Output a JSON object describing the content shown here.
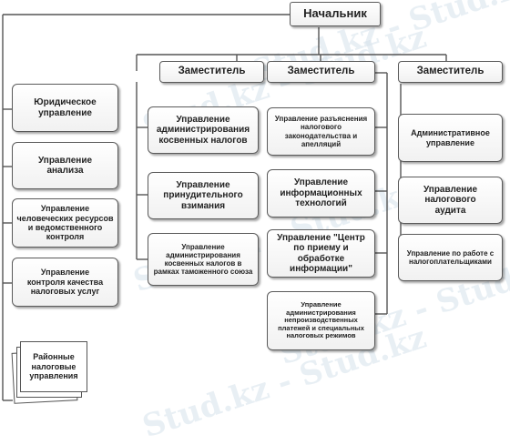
{
  "top": {
    "label": "Начальник"
  },
  "deputies": [
    {
      "label": "Заместитель"
    },
    {
      "label": "Заместитель"
    },
    {
      "label": "Заместитель"
    }
  ],
  "left_units": [
    {
      "label": "Юридическое управление"
    },
    {
      "label": "Управление анализа"
    },
    {
      "label": "Управление человеческих ресурсов и ведомственного контроля"
    },
    {
      "label": "Управление контроля качества налоговых услуг"
    }
  ],
  "district": {
    "label": "Районные налоговые управления"
  },
  "col1": [
    {
      "label": "Управление администрирования косвенных налогов"
    },
    {
      "label": "Управление принудительного взимания"
    },
    {
      "label": "Управление администрирования косвенных налогов в рамках таможенного союза"
    }
  ],
  "col2": [
    {
      "label": "Управление разъяснения налогового законодательства и апелляций"
    },
    {
      "label": "Управление информационных технологий"
    },
    {
      "label": "Управление \"Центр по приему и обработке информации\""
    },
    {
      "label": "Управление администрирования непроизводственных платежей и специальных налоговых режимов"
    }
  ],
  "col3": [
    {
      "label": "Административное управление"
    },
    {
      "label": "Управление налогового аудита"
    },
    {
      "label": "Управление по работе с налогоплательщиками"
    }
  ],
  "watermark": "Stud.kz - Stud.kz"
}
